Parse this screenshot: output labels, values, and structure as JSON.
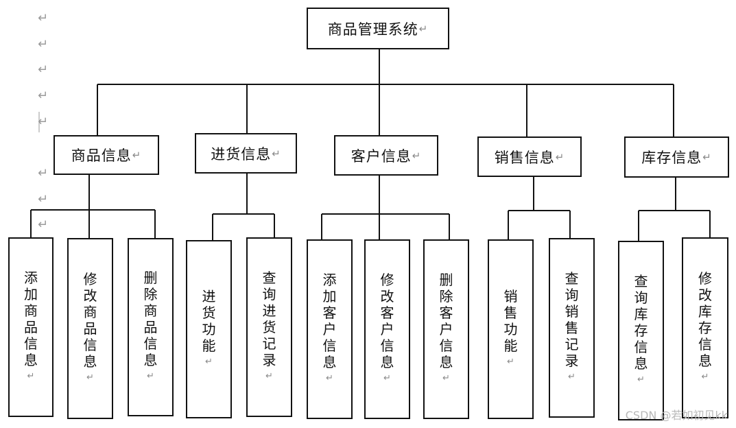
{
  "root": {
    "label": "商品管理系统",
    "mark": "↵"
  },
  "categories": [
    {
      "label": "商品信息",
      "mark": "↵"
    },
    {
      "label": "进货信息",
      "mark": "↵"
    },
    {
      "label": "客户信息",
      "mark": "↵"
    },
    {
      "label": "销售信息",
      "mark": "↵"
    },
    {
      "label": "库存信息",
      "mark": "↵"
    }
  ],
  "leaves": [
    {
      "label": "添加商品信息",
      "mark": "↵"
    },
    {
      "label": "修改商品信息",
      "mark": "↵"
    },
    {
      "label": "删除商品信息",
      "mark": "↵"
    },
    {
      "label": "进货功能",
      "mark": "↵"
    },
    {
      "label": "查询进货记录",
      "mark": "↵"
    },
    {
      "label": "添加客户信息",
      "mark": "↵"
    },
    {
      "label": "修改客户信息",
      "mark": "↵"
    },
    {
      "label": "删除客户信息",
      "mark": "↵"
    },
    {
      "label": "销售功能",
      "mark": "↵"
    },
    {
      "label": "查询销售记录",
      "mark": "↵"
    },
    {
      "label": "查询库存信息",
      "mark": "↵"
    },
    {
      "label": "修改库存信息",
      "mark": "↵"
    }
  ],
  "return_mark": "↵",
  "watermark": "CSDN @若如初见kk"
}
